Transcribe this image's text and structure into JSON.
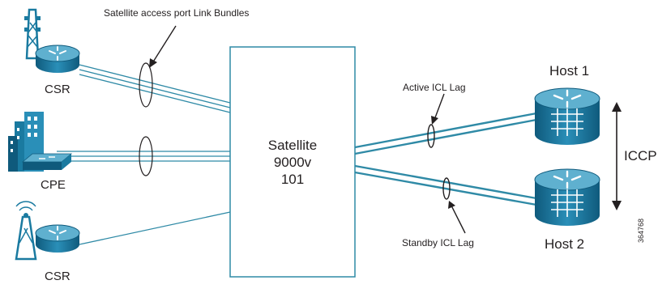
{
  "labels": {
    "access_bundles": "Satellite access port Link Bundles",
    "active_lag": "Active ICL Lag",
    "standby_lag": "Standby ICL Lag",
    "host1": "Host 1",
    "host2": "Host 2",
    "iccp": "ICCP",
    "csr_top": "CSR",
    "cpe": "CPE",
    "csr_bottom": "CSR",
    "figure_number": "364768"
  },
  "satellite": {
    "line1": "Satellite",
    "line2": "9000v",
    "line3": "101"
  },
  "colors": {
    "link": "#2f8aa6",
    "device": "#1a7aa0",
    "device_dark": "#0f5a7c",
    "device_light": "#5fb0cf",
    "box_stroke": "#2f8aa6",
    "text": "#231f20"
  }
}
